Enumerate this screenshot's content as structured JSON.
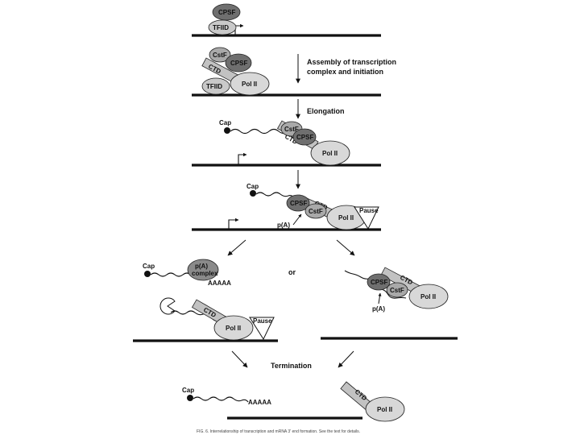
{
  "labels": {
    "cpsf": "CPSF",
    "tfiid": "TFIID",
    "cstf": "CstF",
    "ctd": "CTD",
    "pol_ii": "Pol II",
    "cap": "Cap",
    "pause": "Pause",
    "pa_site": "p(A)",
    "pa_complex_line1": "p(A)",
    "pa_complex_line2": "complex",
    "poly_a_tail": "AAAAA",
    "or": "or"
  },
  "steps": {
    "assembly_line1": "Assembly of transcription",
    "assembly_line2": "complex and initiation",
    "elongation": "Elongation",
    "termination": "Termination"
  },
  "caption": "FIG. 6. Interrelationship of transcription and mRNA 3' end formation. See the text for details."
}
